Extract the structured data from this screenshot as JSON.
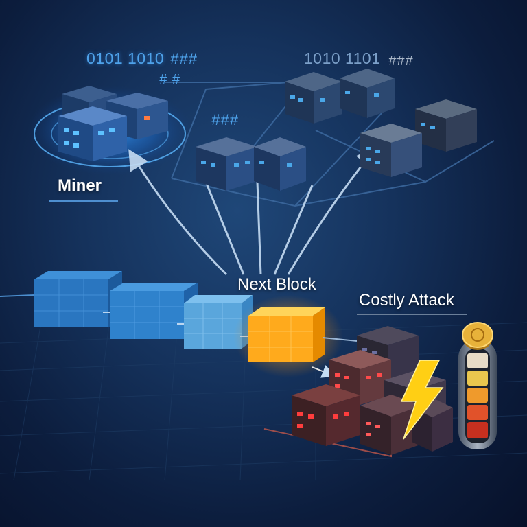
{
  "labels": {
    "miner": "Miner",
    "next_block": "Next Block",
    "costly_attack": "Costly Attack"
  },
  "codes": {
    "miner_binary": "0101 1010",
    "miner_hash": "###",
    "miner_hash_small": "# #",
    "network_binary": "1010 1101",
    "network_hash": "###",
    "network_hash_mid": "###"
  },
  "colors": {
    "background": "#0c1d3d",
    "miner_glow": "#2f8cf0",
    "chain_block": "#2f7fc8",
    "next_block": "#ffa412",
    "attacker_block": "#8a3a3a",
    "lightning": "#ffcf14",
    "coin": "#e8b23a"
  },
  "icons": {
    "lightning": "lightning-bolt-icon",
    "coin": "coin-icon",
    "gauge": "cost-gauge-icon"
  },
  "gauge": {
    "levels": [
      "#e8dcc6",
      "#e9c64e",
      "#ef9a2c",
      "#e1522a",
      "#c7301f"
    ]
  }
}
